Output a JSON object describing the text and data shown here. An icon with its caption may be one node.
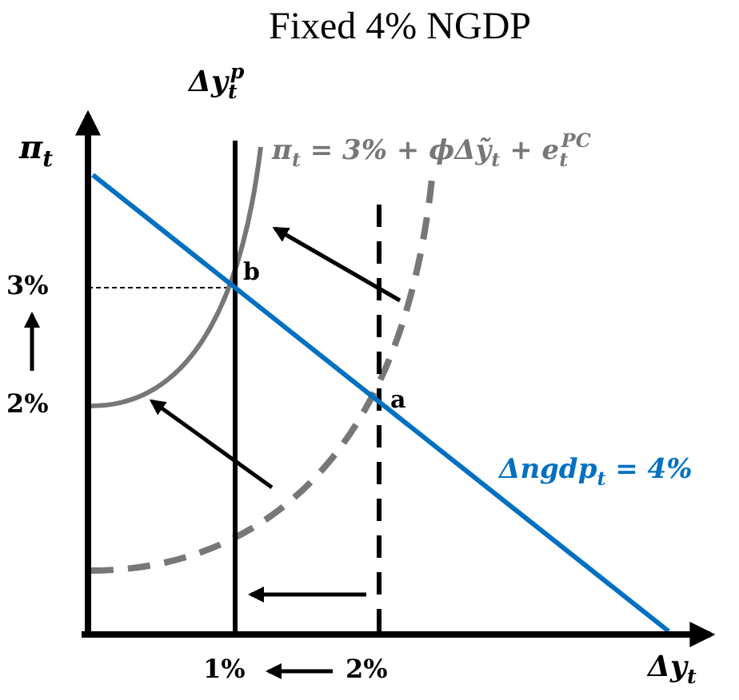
{
  "diagram": {
    "title": "Fixed 4% NGDP",
    "labels": [
      "π$_{t}$",
      "Δy$_{t}$$^{p}$",
      "π$_{t}$ = 3% + ϕΔỹ$_{t}$ + e$_{t}$$^{PC}$",
      "3%",
      "b",
      "2%",
      "a",
      "Δngdp$_{t}$ = 4%",
      "1%",
      "2%",
      "Δy$_{t}$"
    ]
  }
}
